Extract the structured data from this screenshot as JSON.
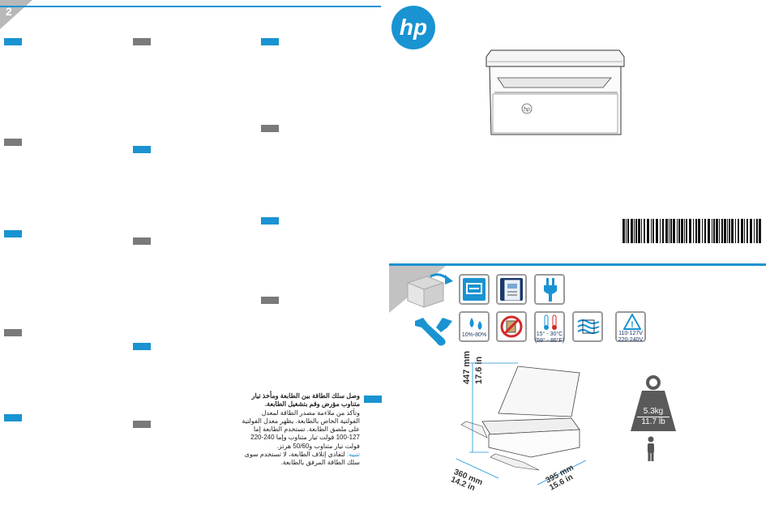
{
  "arabic_note": {
    "heading": "وصل سلك الطاقة بين الطابعة ومأخذ تيار متناوب مؤرض وقم بتشغيل الطابعة.",
    "body": "وتأكد من ملاءمة مصدر الطاقة لمعدل الفولتية الخاص بالطابعة. يظهر معدل الفولتية على ملصق الطابعة. تستخدم الطابعة إما 127-100 فولت تيار متناوب وإما 240-220 فولت تيار متناوب و50/60 هرتز.",
    "caution_label": "تنبيه:",
    "caution_text": "لتفادي إتلاف الطابعة، لا تستخدم سوى سلك الطاقة المرفق بالطابعة."
  },
  "brand": {
    "logo_text": "hp",
    "color": "#1a93d2"
  },
  "spec_icons": {
    "humidity": "10%-80%",
    "temperature": "15° - 30°C\n(59° - 86°F)",
    "voltage": "110-127V\n220-240V"
  },
  "dimensions": {
    "height_mm": "447 mm",
    "height_in": "17.6 in",
    "width_mm": "360 mm",
    "width_in": "14.2 in",
    "depth_mm": "395 mm",
    "depth_in": "15.6 in"
  },
  "weight": {
    "kg": "5.3kg",
    "lb": "11.7 lb"
  },
  "colors": {
    "accent": "#1a93d2",
    "gray_tab": "#7a7a7a",
    "dark_text": "#1a3a6a"
  }
}
